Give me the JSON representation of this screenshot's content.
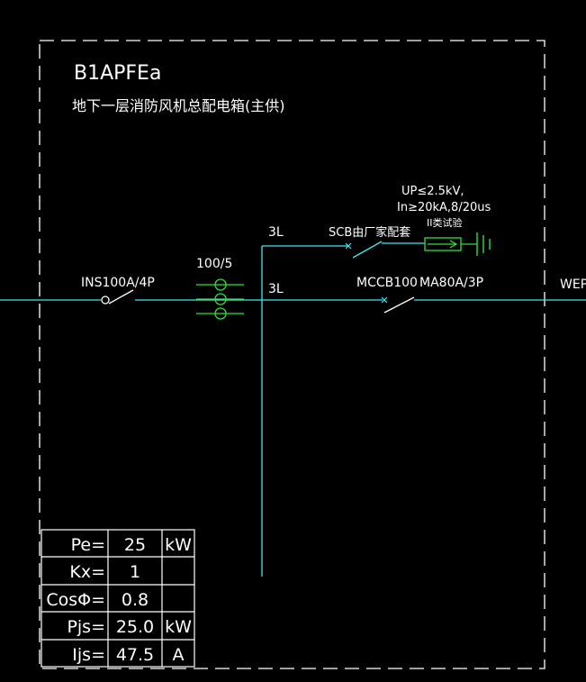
{
  "panel": {
    "code": "B1APFEa",
    "name": "地下一层消防风机总配电箱(主供)"
  },
  "incoming": {
    "switch": "INS100A/4P",
    "ct_ratio": "100/5",
    "busbar": "3L"
  },
  "surge_branch": {
    "phase": "3L",
    "breaker": "SCB由厂家配套",
    "spd_line1": "UP≤2.5kV,",
    "spd_line2": "In≥20kA,8/20us",
    "spd_class": "II类试验"
  },
  "outgoing": {
    "breaker_model": "MCCB100",
    "trip": "MA80A/3P",
    "circuit": "WEP"
  },
  "load_table": {
    "rows": [
      {
        "label": "Pe=",
        "value": "25",
        "unit": "kW"
      },
      {
        "label": "Kx=",
        "value": "1",
        "unit": ""
      },
      {
        "label": "CosΦ=",
        "value": "0.8",
        "unit": ""
      },
      {
        "label": "Pjs=",
        "value": "25.0",
        "unit": "kW"
      },
      {
        "label": "Ijs=",
        "value": "47.5",
        "unit": "A"
      }
    ]
  },
  "colors": {
    "background": "#000000",
    "cyan": "#3fe6f2",
    "green": "#2fe03a",
    "white": "#ffffff"
  }
}
